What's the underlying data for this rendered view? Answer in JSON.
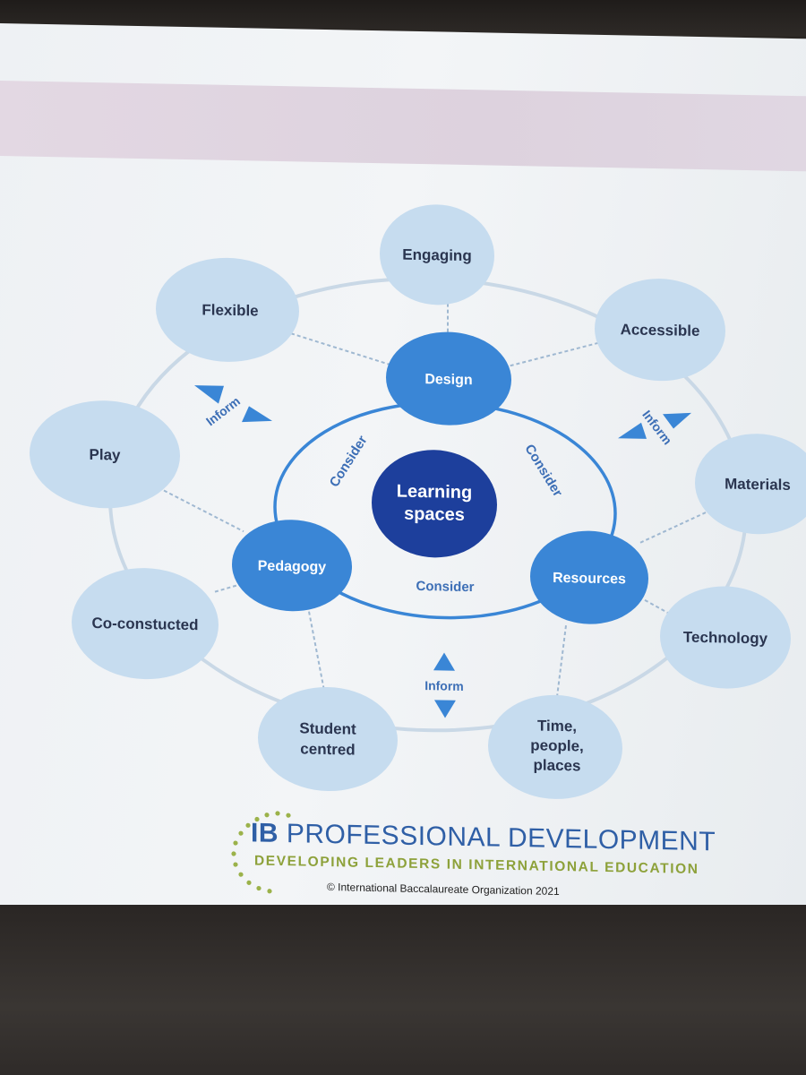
{
  "diagram": {
    "center": {
      "line1": "Learning",
      "line2": "spaces"
    },
    "inner": {
      "design": "Design",
      "pedagogy": "Pedagogy",
      "resources": "Resources"
    },
    "consider_labels": [
      "Consider",
      "Consider",
      "Consider"
    ],
    "inform_labels": [
      "Inform",
      "Inform",
      "Inform"
    ],
    "outer": {
      "engaging": "Engaging",
      "flexible": "Flexible",
      "accessible": "Accessible",
      "materials": "Materials",
      "play": "Play",
      "technology": "Technology",
      "co_constructed": "Co-constucted",
      "time_people_places": [
        "Time,",
        "people,",
        "places"
      ],
      "student_centred": [
        "Student",
        "centred"
      ]
    }
  },
  "footer": {
    "brand_prefix": "IB",
    "brand_rest": " PROFESSIONAL DEVELOPMENT",
    "tagline": "DEVELOPING LEADERS IN INTERNATIONAL EDUCATION",
    "copyright": "© International Baccalaureate Organization 2021"
  },
  "colors": {
    "outer_circle": "#c6dcef",
    "inner_circle": "#3a86d6",
    "center_circle": "#1d3f9c",
    "brand_blue": "#2f5fa6",
    "tagline_green": "#8da13a"
  }
}
